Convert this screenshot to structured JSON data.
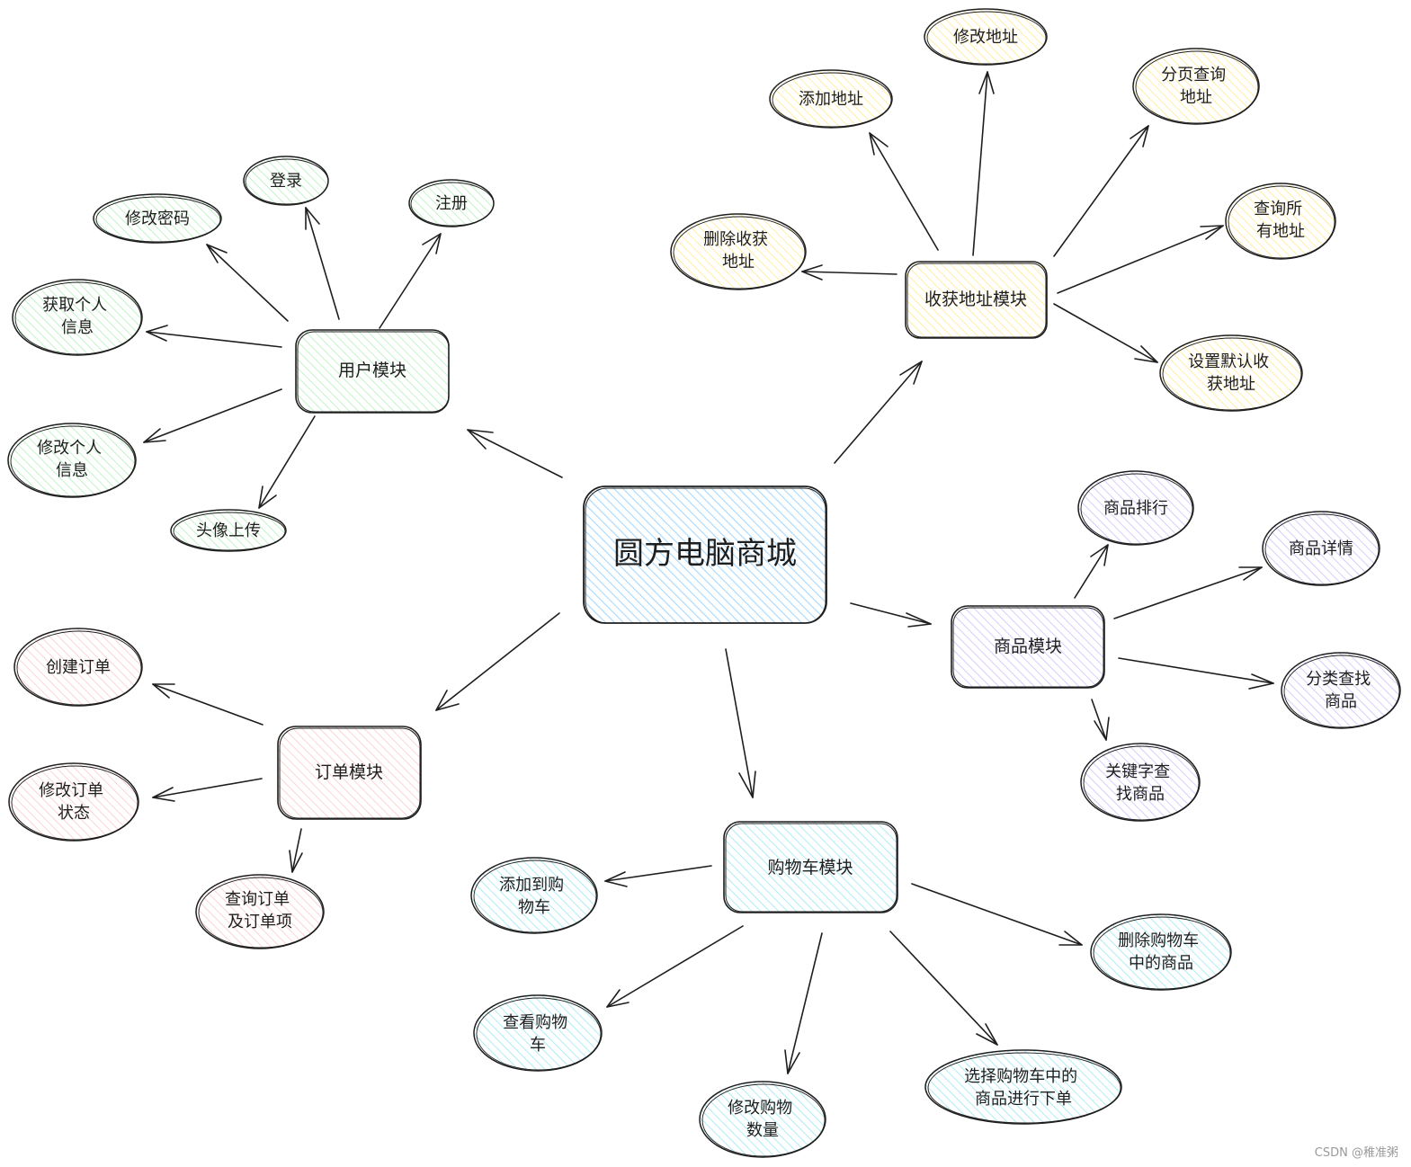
{
  "colors": {
    "stroke": "#1e1e1e",
    "center": "#a5d8ff",
    "user": "#d3f9d8",
    "address": "#fff3bf",
    "product": "#e5dbff",
    "order": "#ffe3e3",
    "cart": "#c5f6fa"
  },
  "center": {
    "label": "圆方电脑商城"
  },
  "modules": {
    "user": {
      "label": "用户模块"
    },
    "address": {
      "label": "收获地址模块"
    },
    "product": {
      "label": "商品模块"
    },
    "order": {
      "label": "订单模块"
    },
    "cart": {
      "label": "购物车模块"
    }
  },
  "leaves": {
    "register": {
      "lines": [
        "注册"
      ]
    },
    "login": {
      "lines": [
        "登录"
      ]
    },
    "change_password": {
      "lines": [
        "修改密码"
      ]
    },
    "get_user_info": {
      "lines": [
        "获取个人",
        "信息"
      ]
    },
    "edit_user_info": {
      "lines": [
        "修改个人",
        "信息"
      ]
    },
    "upload_avatar": {
      "lines": [
        "头像上传"
      ]
    },
    "add_address": {
      "lines": [
        "添加地址"
      ]
    },
    "edit_address": {
      "lines": [
        "修改地址"
      ]
    },
    "paged_address": {
      "lines": [
        "分页查询",
        "地址"
      ]
    },
    "all_address": {
      "lines": [
        "查询所",
        "有地址"
      ]
    },
    "default_address": {
      "lines": [
        "设置默认收",
        "获地址"
      ]
    },
    "delete_address": {
      "lines": [
        "删除收获",
        "地址"
      ]
    },
    "product_rank": {
      "lines": [
        "商品排行"
      ]
    },
    "product_detail": {
      "lines": [
        "商品详情"
      ]
    },
    "category_search": {
      "lines": [
        "分类查找",
        "商品"
      ]
    },
    "keyword_search": {
      "lines": [
        "关键字查",
        "找商品"
      ]
    },
    "create_order": {
      "lines": [
        "创建订单"
      ]
    },
    "edit_order_status": {
      "lines": [
        "修改订单",
        "状态"
      ]
    },
    "query_order": {
      "lines": [
        "查询订单",
        "及订单项"
      ]
    },
    "add_to_cart": {
      "lines": [
        "添加到购",
        "物车"
      ]
    },
    "view_cart": {
      "lines": [
        "查看购物",
        "车"
      ]
    },
    "edit_cart_qty": {
      "lines": [
        "修改购物",
        "数量"
      ]
    },
    "checkout_selected": {
      "lines": [
        "选择购物车中的",
        "商品进行下单"
      ]
    },
    "delete_cart_item": {
      "lines": [
        "删除购物车",
        "中的商品"
      ]
    }
  },
  "watermark": "CSDN @稚准粥"
}
